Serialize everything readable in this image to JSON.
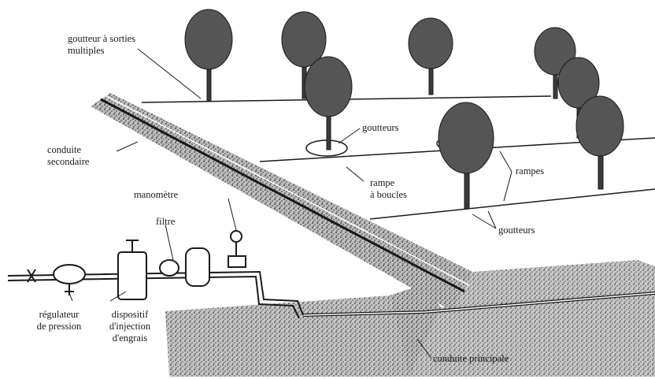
{
  "labels": {
    "goutteur_multi": "goutteur à sorties\nmultiples",
    "conduite_secondaire": "conduite\nsecondaire",
    "manometre": "manomètre",
    "filtre": "filtre",
    "goutteurs_1": "goutteurs",
    "rampe_boucles": "rampe\nà boucles",
    "rampes": "rampes",
    "goutteurs_2": "goutteurs",
    "regulateur": "régulateur\nde pression",
    "dispositif": "dispositif\nd'injection\nd'engrais",
    "conduite_principale": "conduite principale"
  },
  "colors": {
    "ink": "#1a1a1a",
    "soil": "#3a3a3a",
    "paper": "#ffffff"
  }
}
